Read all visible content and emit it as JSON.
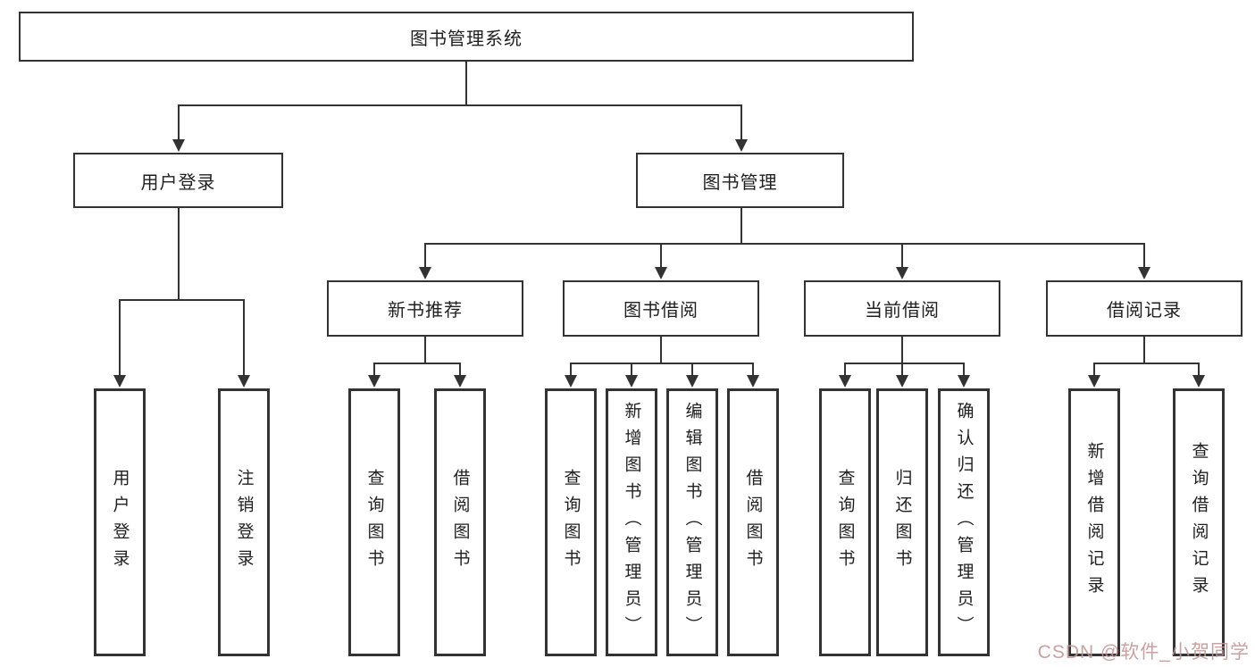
{
  "diagram": {
    "title": "图书管理系统",
    "level2": [
      "用户登录",
      "图书管理"
    ],
    "level3": [
      "新书推荐",
      "图书借阅",
      "当前借阅",
      "借阅记录"
    ],
    "leaves": {
      "login": [
        "用户登录",
        "注销登录"
      ],
      "recommend": [
        "查询图书",
        "借阅图书"
      ],
      "borrow": [
        "查询图书",
        "新增图书（管理员）",
        "编辑图书（管理员）",
        "借阅图书"
      ],
      "current": [
        "查询图书",
        "归还图书",
        "确认归还（管理员）"
      ],
      "records": [
        "新增借阅记录",
        "查询借阅记录"
      ]
    },
    "line_color": "#333333",
    "box_background": "#ffffff"
  },
  "watermark": {
    "text": "CSDN @软件_小贺同学",
    "color": "#c49696"
  }
}
